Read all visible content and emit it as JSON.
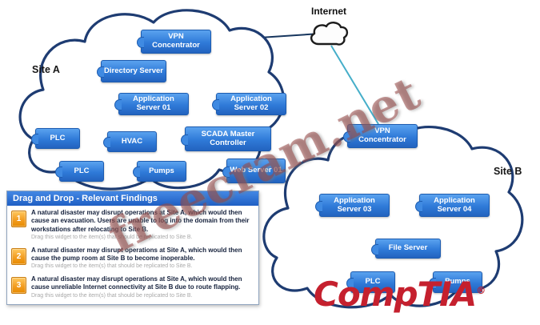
{
  "internet": {
    "label": "Internet"
  },
  "site_a": {
    "label": "Site A",
    "nodes": [
      {
        "label": "VPN Concentrator"
      },
      {
        "label": "Directory Server"
      },
      {
        "label": "Application Server 01"
      },
      {
        "label": "Application Server 02"
      },
      {
        "label": "PLC"
      },
      {
        "label": "HVAC"
      },
      {
        "label": "SCADA Master Controller"
      },
      {
        "label": "PLC"
      },
      {
        "label": "Pumps"
      },
      {
        "label": "Web Server 01"
      }
    ]
  },
  "site_b": {
    "label": "Site B",
    "nodes": [
      {
        "label": "VPN Concentrator"
      },
      {
        "label": "Application Server 03"
      },
      {
        "label": "Application Server 04"
      },
      {
        "label": "File Server"
      },
      {
        "label": "PLC"
      },
      {
        "label": "Pumps"
      }
    ]
  },
  "findings": {
    "title": "Drag and Drop - Relevant Findings",
    "items": [
      {
        "number": "1",
        "text": "A natural disaster may disrupt operations at Site A, which would then cause an evacuation. Users are unable to log into the domain from their workstations after relocating to Site B.",
        "hint": "Drag this widget to the item(s) that should be replicated to Site B."
      },
      {
        "number": "2",
        "text": "A natural disaster may disrupt operations at Site A, which would then cause the pump room at Site B to become inoperable.",
        "hint": "Drag this widget to the item(s) that should be replicated to Site B."
      },
      {
        "number": "3",
        "text": "A natural disaster may disrupt operations at Site A, which would then cause unreliable Internet connectivity at Site B due to route flapping.",
        "hint": "Drag this widget to the item(s) that should be replicated to Site B."
      }
    ]
  },
  "watermark": "freecram.net",
  "brand": {
    "name": "CompTIA",
    "reg": "®"
  },
  "colors": {
    "widget_blue": "#2f7ad8",
    "cloud_outline": "#1e3c72",
    "badge_orange": "#f29b1d",
    "link_dark": "#17365e",
    "link_teal": "#45aec9",
    "logo_red": "#c5202e"
  }
}
